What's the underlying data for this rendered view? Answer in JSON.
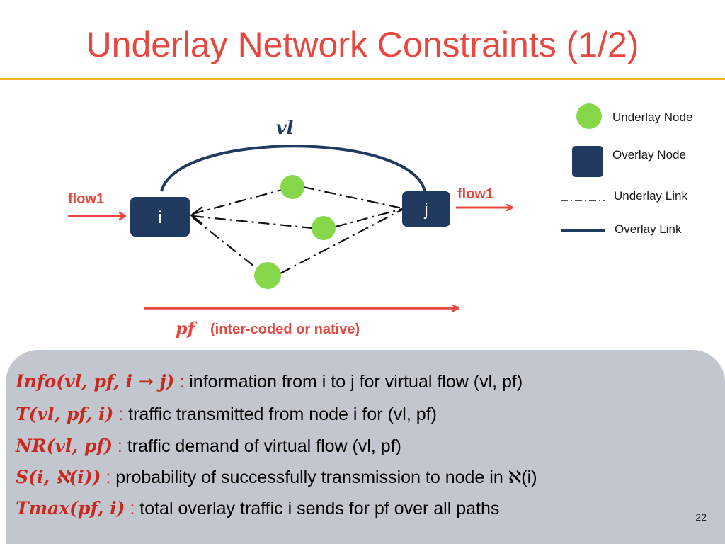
{
  "slide": {
    "title": "Underlay Network Constraints (1/2)",
    "page_number": "22"
  },
  "colors": {
    "title": "#e8473f",
    "rule": "#f2b21c",
    "overlay": "#213a5f",
    "underlay_node": "#86d84a",
    "flow": "#e8473f",
    "panel": "#c2c6cf"
  },
  "diagram": {
    "vl_label": "vl",
    "node_i_label": "i",
    "node_j_label": "j",
    "flow_left_label": "flow1",
    "flow_right_label": "flow1",
    "pf_label": "pf",
    "pf_note": "(inter-coded or native)"
  },
  "legend": {
    "underlay_node": "Underlay Node",
    "overlay_node": "Overlay Node",
    "underlay_link": "Underlay Link",
    "overlay_link": "Overlay Link"
  },
  "definitions": [
    {
      "symbol": "Info(vl, pf, i → j)",
      "sep": " : ",
      "text": "information from i to j for virtual flow (vl, pf)"
    },
    {
      "symbol": "T(vl, pf, i)",
      "sep": " : ",
      "text": "traffic transmitted from node i for (vl, pf)"
    },
    {
      "symbol": "NR(vl, pf)",
      "sep": " : ",
      "text": "traffic demand of virtual flow (vl, pf)"
    },
    {
      "symbol": "S(i, ℵ(i))",
      "sep": " :  ",
      "text": "probability of successfully transmission to node in ℵ(i)"
    },
    {
      "symbol": "Tmax(pf, i)",
      "sep": " : ",
      "text": "total overlay traffic i sends for pf  over all paths"
    }
  ]
}
